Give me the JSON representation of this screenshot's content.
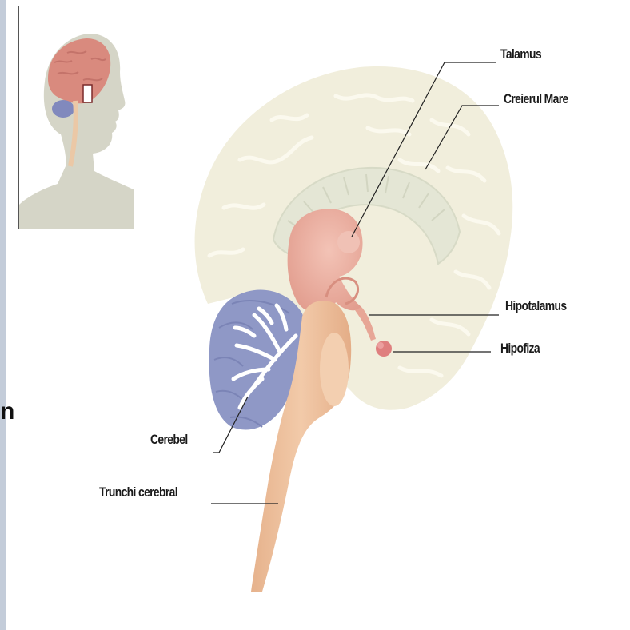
{
  "labels": {
    "talamus": "Talamus",
    "creierul_mare": "Creierul Mare",
    "hipotalamus": "Hipotalamus",
    "hipofiza": "Hipofiza",
    "cerebel": "Cerebel",
    "trunchi_cerebral": "Trunchi cerebral"
  },
  "left_fragment": "n",
  "colors": {
    "cerebrum": "#f1eedc",
    "cerebrum_fold": "#fbf9ee",
    "corpus_callosum": "#e4e6d5",
    "thalamus": "#e8a79a",
    "thalamus_highlight": "#f0c1b5",
    "hypophysis": "#df7f7f",
    "cerebellum": "#8f98c6",
    "cerebellum_arbor": "#ffffff",
    "brainstem": "#efc4a2",
    "brainstem_shadow": "#e2ab86",
    "inset_skin": "#d5d5c7",
    "inset_brain": "#d98a7e",
    "inset_cerebellum": "#8189bd",
    "leader_line": "#222222"
  }
}
